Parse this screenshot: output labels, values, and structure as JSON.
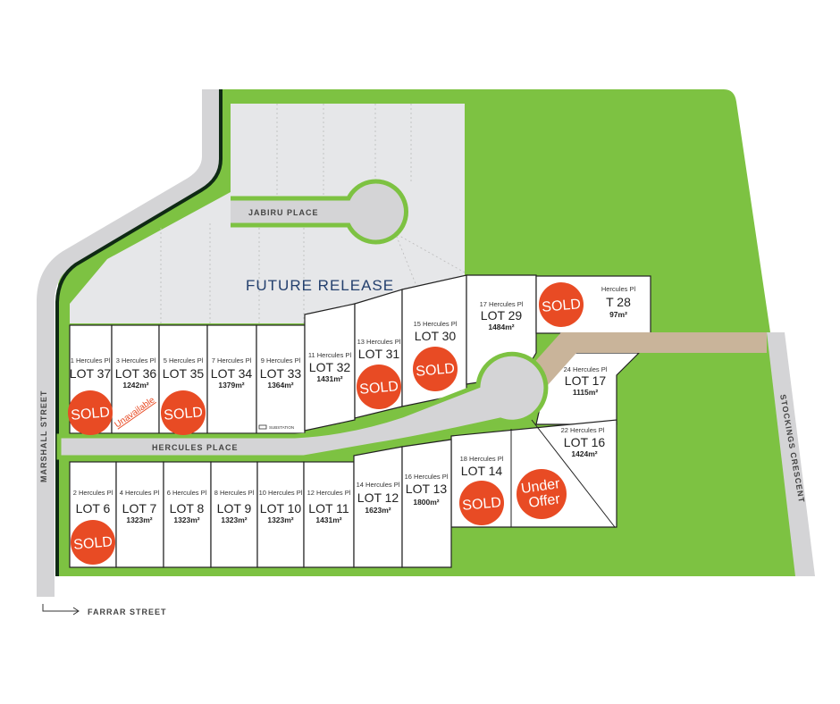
{
  "roads": {
    "marshall": "MARSHALL STREET",
    "farrar": "FARRAR STREET",
    "hercules": "HERCULES PLACE",
    "jabiru": "JABIRU PLACE",
    "stockings": "STOCKINGS CRESCENT"
  },
  "future_release": "FUTURE RELEASE",
  "substation": "SUBSTATION",
  "unavailable": "Unavailable",
  "status": {
    "sold": "SOLD",
    "under_offer_1": "Under",
    "under_offer_2": "Offer"
  },
  "colors": {
    "green": "#7dc242",
    "road": "#d4d4d6",
    "future": "#e6e7e9",
    "badge": "#e84b24",
    "path": "#c9b49a"
  },
  "lots": [
    {
      "addr": "1 Hercules Pl",
      "lot": "LOT 37",
      "area": "",
      "status": "sold"
    },
    {
      "addr": "3 Hercules Pl",
      "lot": "LOT 36",
      "area": "1242m²",
      "status": "unavailable"
    },
    {
      "addr": "5 Hercules Pl",
      "lot": "LOT 35",
      "area": "",
      "status": "sold"
    },
    {
      "addr": "7 Hercules Pl",
      "lot": "LOT 34",
      "area": "1379m²",
      "status": "available"
    },
    {
      "addr": "9 Hercules Pl",
      "lot": "LOT 33",
      "area": "1364m²",
      "status": "available"
    },
    {
      "addr": "11 Hercules Pl",
      "lot": "LOT 32",
      "area": "1431m²",
      "status": "available"
    },
    {
      "addr": "13 Hercules Pl",
      "lot": "LOT 31",
      "area": "",
      "status": "sold"
    },
    {
      "addr": "15 Hercules Pl",
      "lot": "LOT 30",
      "area": "",
      "status": "sold"
    },
    {
      "addr": "17 Hercules Pl",
      "lot": "LOT 29",
      "area": "1484m²",
      "status": "available"
    },
    {
      "addr": "Hercules Pl",
      "lot": "T 28",
      "area": "97m²",
      "status": "sold"
    },
    {
      "addr": "24 Hercules Pl",
      "lot": "LOT 17",
      "area": "1115m²",
      "status": "available"
    },
    {
      "addr": "22 Hercules Pl",
      "lot": "LOT 16",
      "area": "1424m²",
      "status": "available"
    },
    {
      "addr": "18 Hercules Pl",
      "lot": "LOT 14",
      "area": "",
      "status": "sold"
    },
    {
      "addr": "16 Hercules Pl",
      "lot": "LOT 13",
      "area": "1800m²",
      "status": "available"
    },
    {
      "addr": "14 Hercules Pl",
      "lot": "LOT 12",
      "area": "1623m²",
      "status": "available"
    },
    {
      "addr": "12 Hercules Pl",
      "lot": "LOT 11",
      "area": "1431m²",
      "status": "available"
    },
    {
      "addr": "10 Hercules Pl",
      "lot": "LOT 10",
      "area": "1323m²",
      "status": "available"
    },
    {
      "addr": "8 Hercules Pl",
      "lot": "LOT 9",
      "area": "1323m²",
      "status": "available"
    },
    {
      "addr": "6 Hercules Pl",
      "lot": "LOT 8",
      "area": "1323m²",
      "status": "available"
    },
    {
      "addr": "4 Hercules Pl",
      "lot": "LOT 7",
      "area": "1323m²",
      "status": "available"
    },
    {
      "addr": "2 Hercules Pl",
      "lot": "LOT 6",
      "area": "",
      "status": "sold"
    }
  ]
}
